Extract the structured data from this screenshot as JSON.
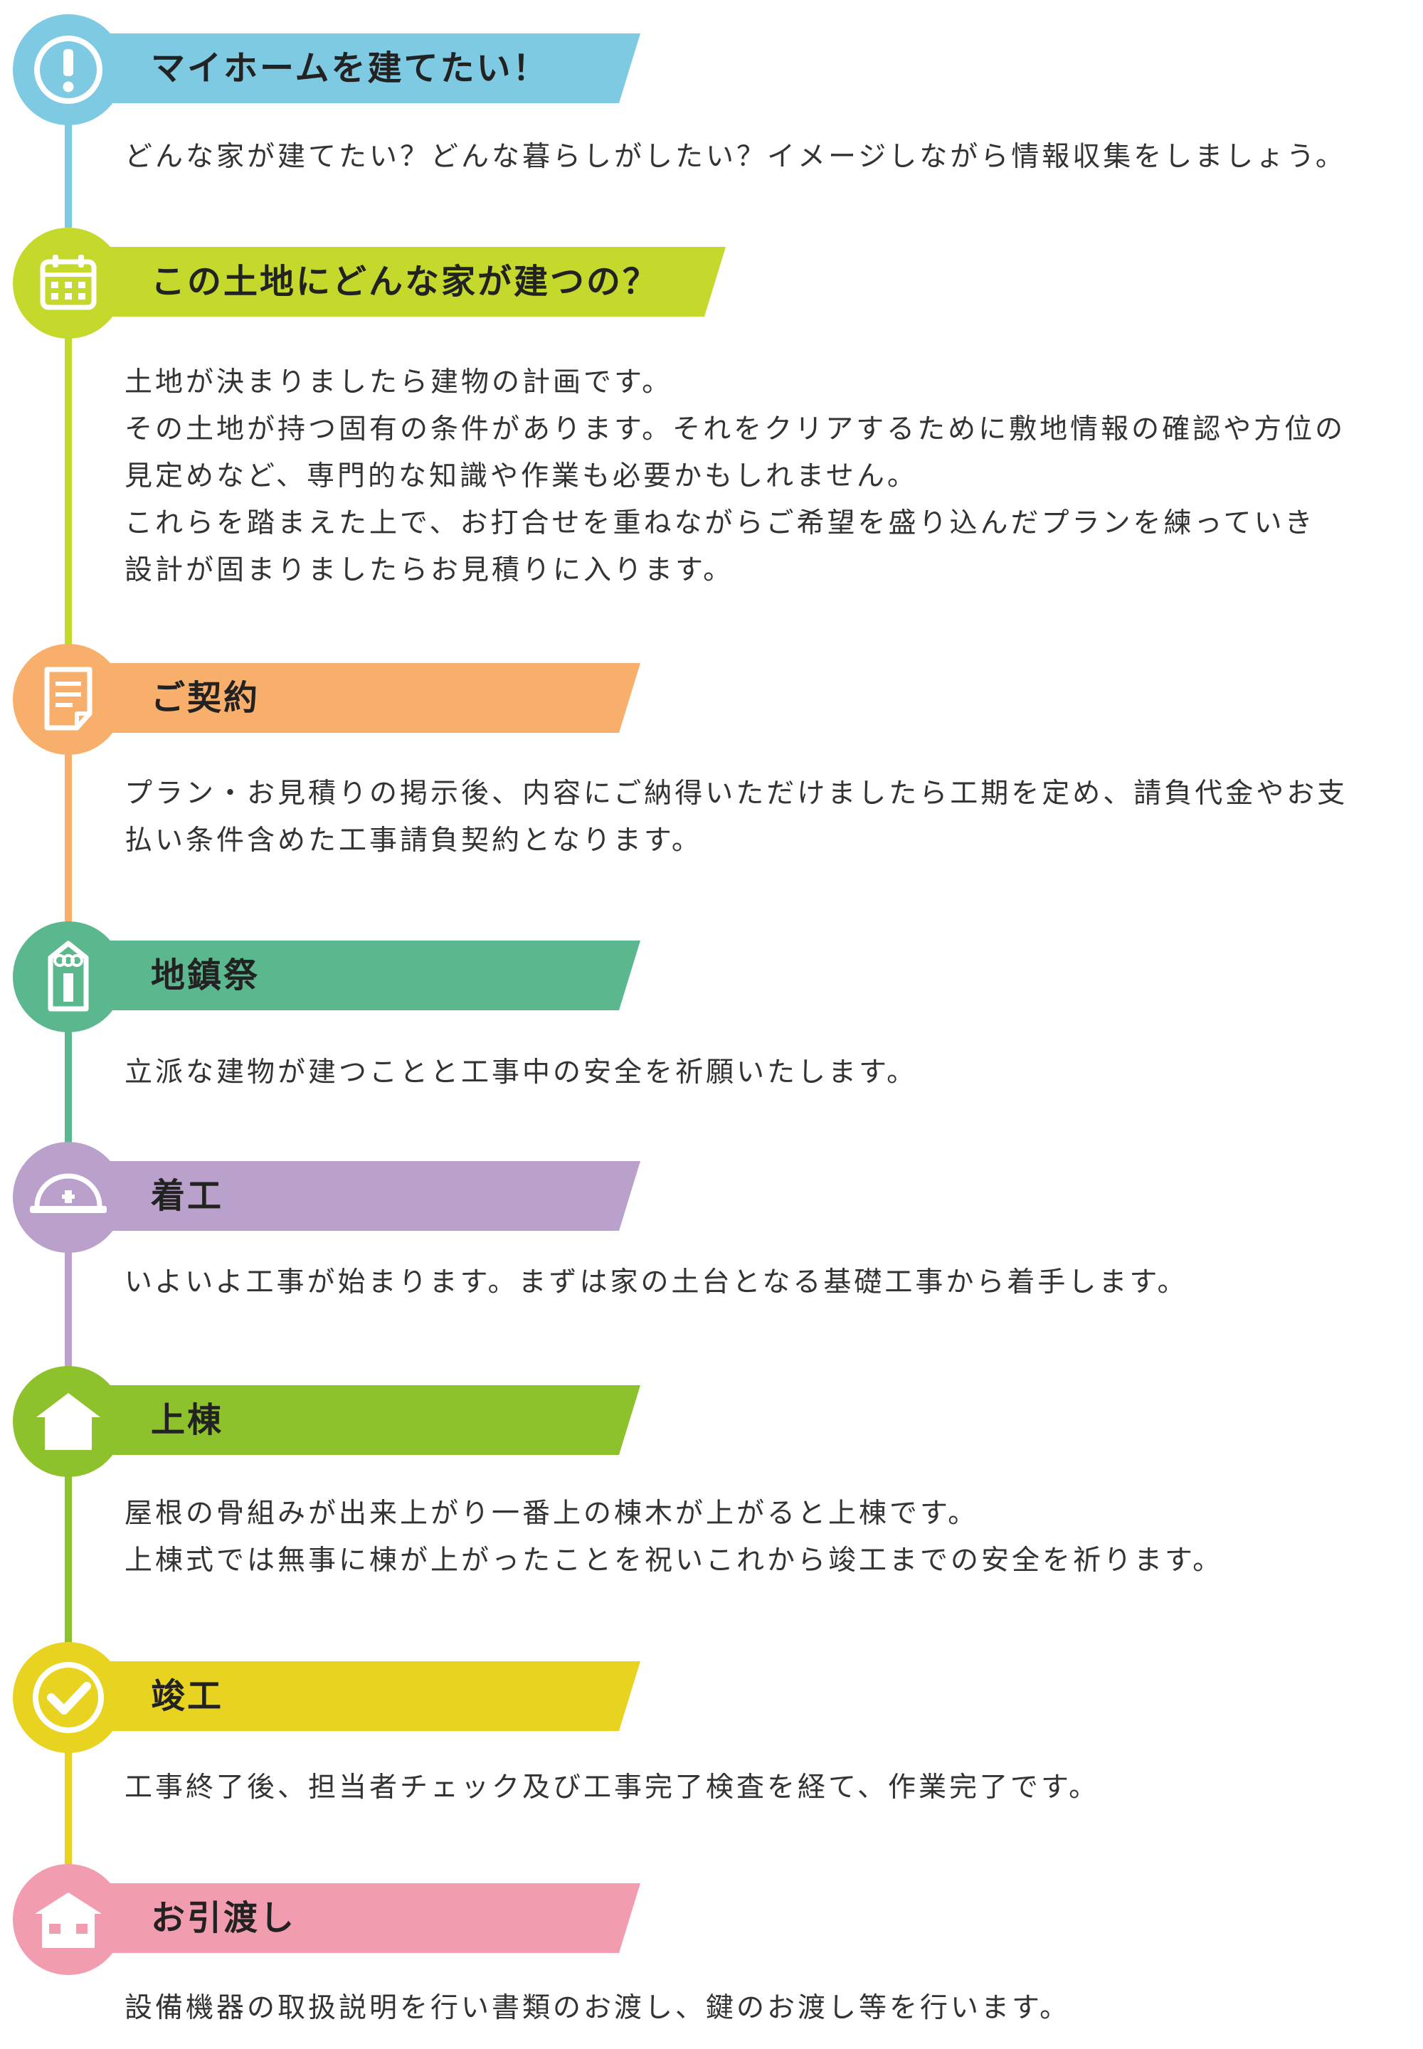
{
  "colors": {
    "step1": "#7ecae3",
    "step2": "#c5d92d",
    "step3": "#f7af6b",
    "step4": "#5bb78d",
    "step5": "#b9a1cc",
    "step6": "#8ec22c",
    "step7": "#e8d420",
    "step8": "#f29cb0"
  },
  "steps": [
    {
      "title": "マイホームを建てたい！",
      "icon": "exclamation-icon",
      "lines": [
        "どんな家が建てたい？どんな暮らしがしたい？イメージしながら情報収集をしましょう。"
      ]
    },
    {
      "title": "この土地にどんな家が建つの？",
      "icon": "calendar-icon",
      "lines": [
        "土地が決まりましたら建物の計画です。",
        "その土地が持つ固有の条件があります。それをクリアするために敷地情報の確認や方位の",
        "見定めなど、専門的な知識や作業も必要かもしれません。",
        "これらを踏まえた上で、お打合せを重ねながらご希望を盛り込んだプランを練っていき",
        "設計が固まりましたらお見積りに入ります。"
      ]
    },
    {
      "title": "ご契約",
      "icon": "document-icon",
      "lines": [
        "プラン・お見積りの掲示後、内容にご納得いただけましたら工期を定め、請負代金やお支",
        "払い条件含めた工事請負契約となります。"
      ]
    },
    {
      "title": "地鎮祭",
      "icon": "amulet-icon",
      "lines": [
        "立派な建物が建つことと工事中の安全を祈願いたします。"
      ]
    },
    {
      "title": "着工",
      "icon": "hard-hat-icon",
      "lines": [
        "いよいよ工事が始まります。まずは家の土台となる基礎工事から着手します。"
      ]
    },
    {
      "title": "上棟",
      "icon": "house-frame-icon",
      "lines": [
        "屋根の骨組みが出来上がり一番上の棟木が上がると上棟です。",
        "上棟式では無事に棟が上がったことを祝いこれから竣工までの安全を祈ります。"
      ]
    },
    {
      "title": "竣工",
      "icon": "check-icon",
      "lines": [
        "工事終了後、担当者チェック及び工事完了検査を経て、作業完了です。"
      ]
    },
    {
      "title": "お引渡し",
      "icon": "house-icon",
      "lines": [
        "設備機器の取扱説明を行い書類のお渡し、鍵のお渡し等を行います。"
      ]
    }
  ]
}
